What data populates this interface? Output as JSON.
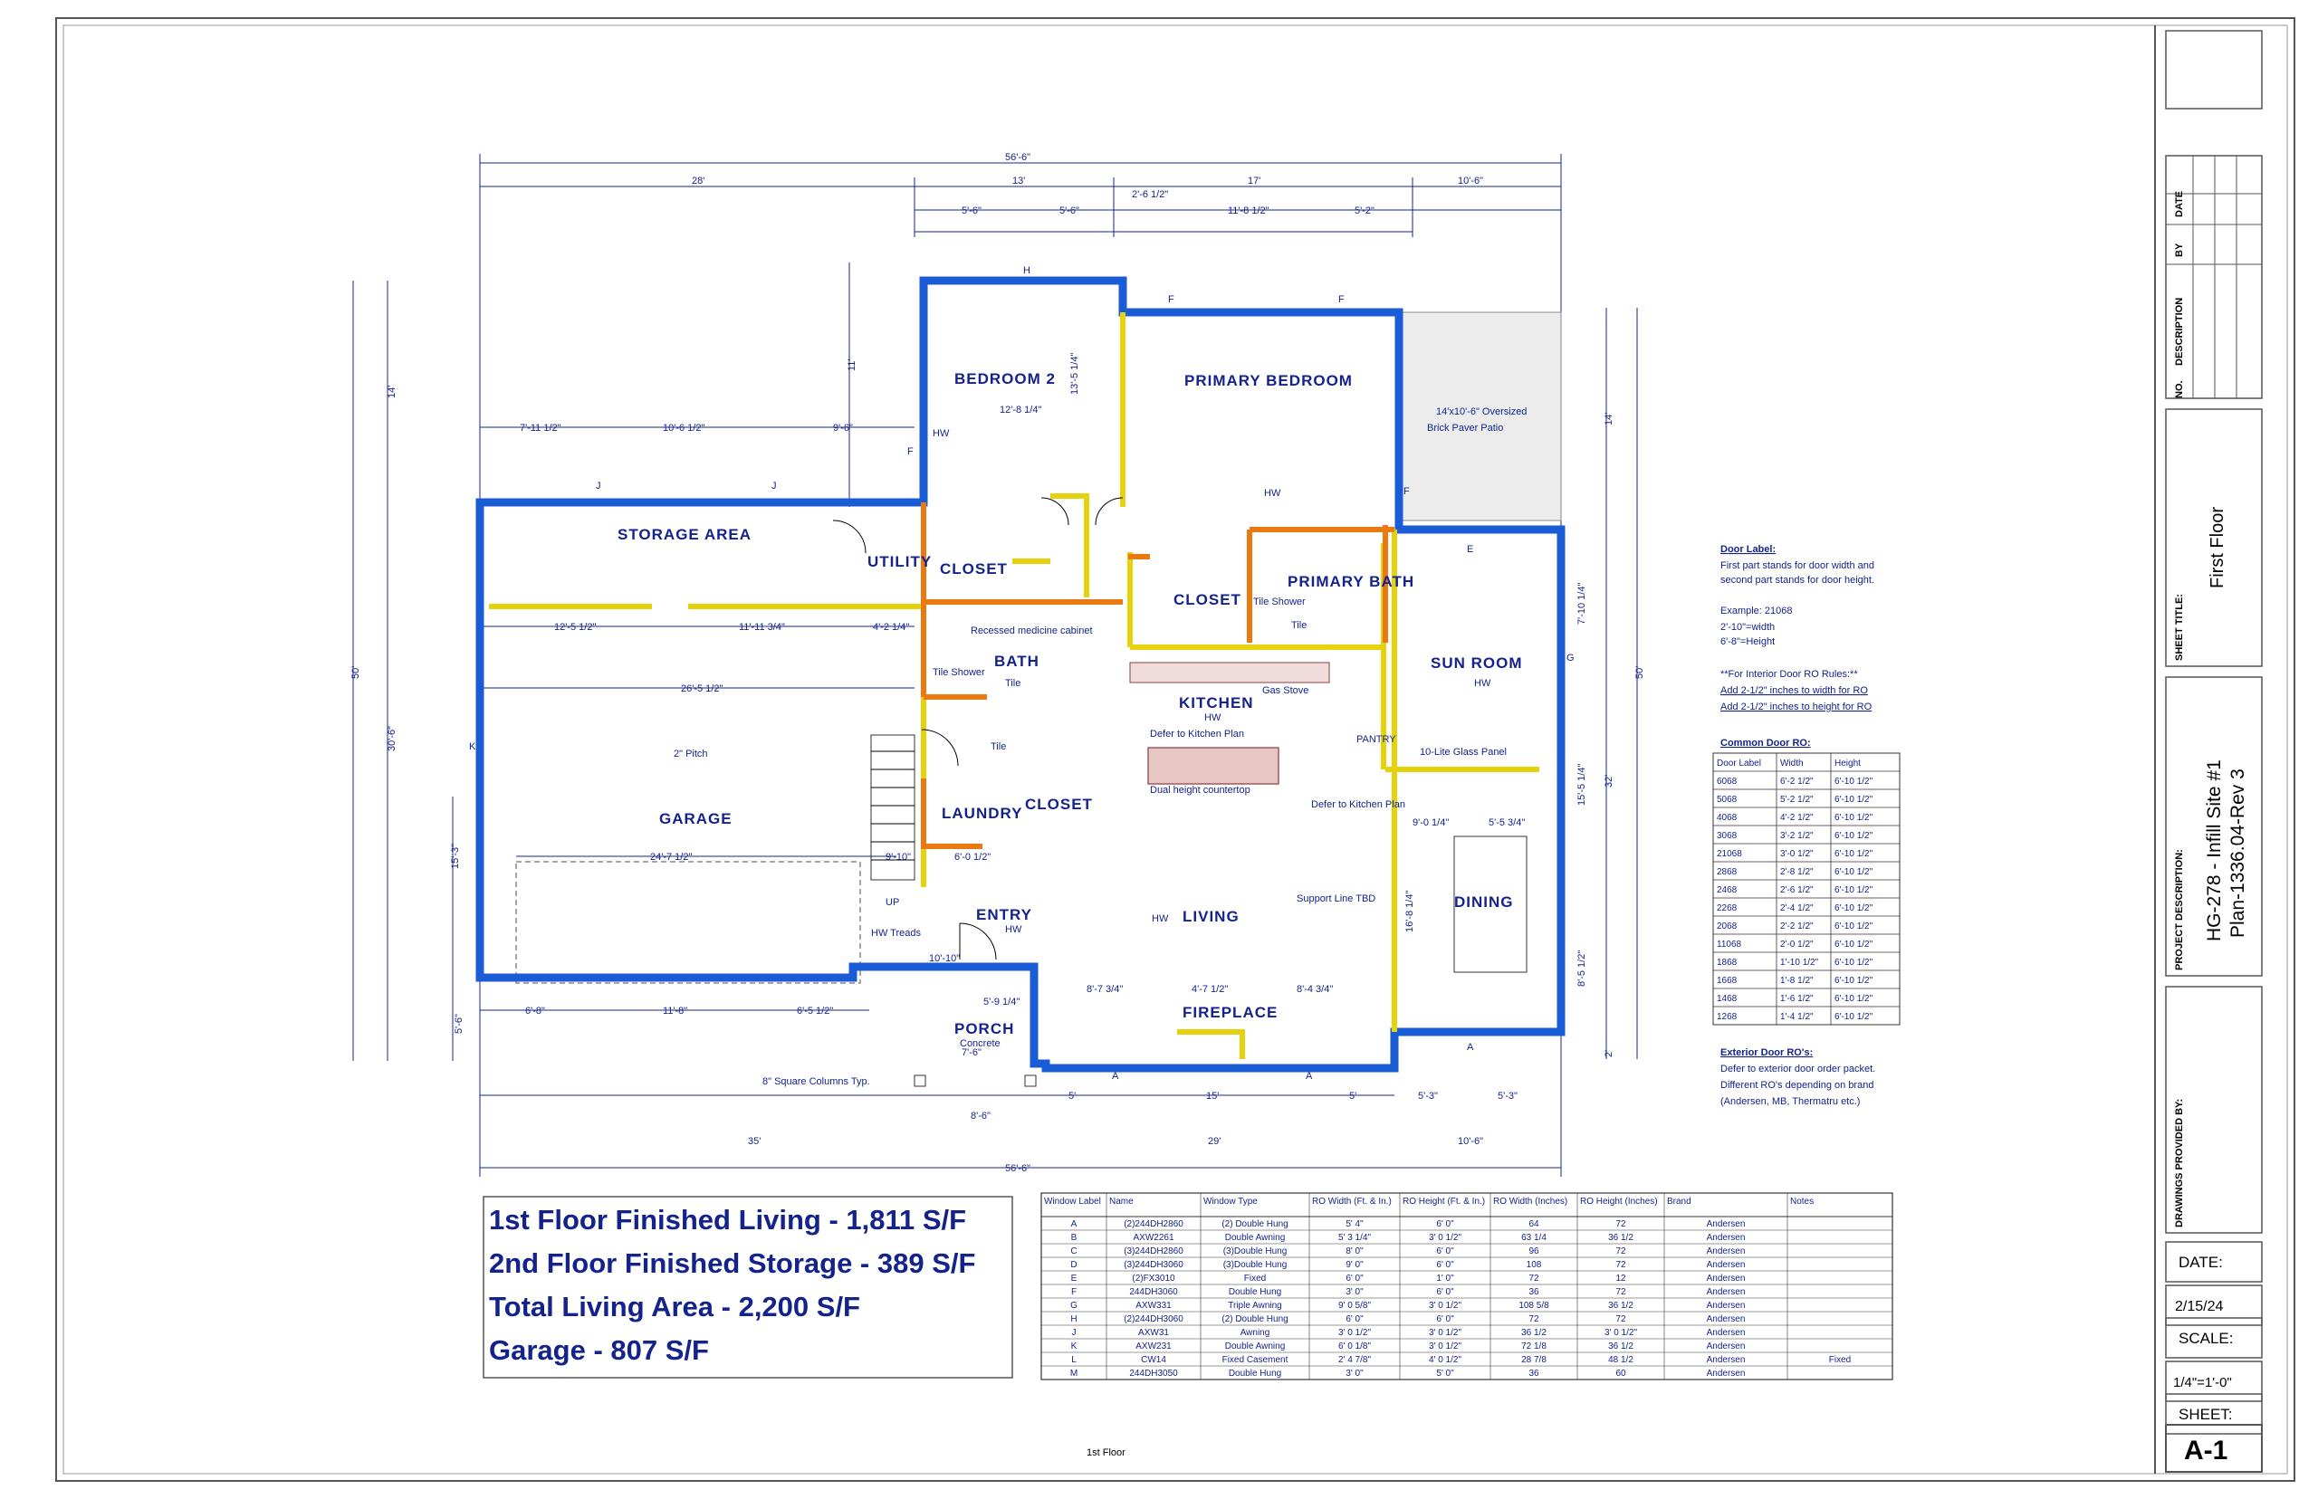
{
  "plan": {
    "rooms": {
      "bedroom2": "BEDROOM 2",
      "primary_bedroom": "PRIMARY BEDROOM",
      "storage_area": "STORAGE AREA",
      "utility": "UTILITY",
      "closet_1": "CLOSET",
      "closet_2": "CLOSET",
      "closet_3": "CLOSET",
      "bath": "BATH",
      "primary_bath": "PRIMARY BATH",
      "kitchen": "KITCHEN",
      "sun_room": "SUN ROOM",
      "garage": "GARAGE",
      "laundry": "LAUNDRY",
      "entry": "ENTRY",
      "living": "LIVING",
      "dining": "DINING",
      "porch": "PORCH",
      "fireplace": "FIREPLACE"
    },
    "notes": {
      "hw": "HW",
      "tile": "Tile",
      "tile_shower": "Tile Shower",
      "patio": "14'x10'-6\" Oversized",
      "patio2": "Brick Paver Patio",
      "gas_stove": "Gas Stove",
      "defer_kitchen": "Defer to Kitchen Plan",
      "dual_height": "Dual height countertop",
      "pitch": "2\" Pitch",
      "glass_panel": "10-Lite Glass Panel",
      "support_line": "Support Line TBD",
      "concrete": "Concrete",
      "up": "UP",
      "hw_treads": "HW Treads",
      "columns": "8\" Square Columns Typ.",
      "defer_kitchen_small": "Defer to Kitchen Plan",
      "medicine": "Recessed medicine cabinet",
      "pantry": "PANTRY",
      "floor_label": "1st Floor"
    },
    "dims": {
      "overall_top": "56'-6\"",
      "top_28": "28'",
      "top_13": "13'",
      "top_17": "17'",
      "top_106": "10'-6\"",
      "top_26": "2'-6 1/2\"",
      "top_56a": "5'-6\"",
      "top_56b": "5'-6\"",
      "top_1181": "11'-8 1/2\"",
      "top_52": "5'-2\"",
      "d_711": "7'-11 1/2\"",
      "d_1061": "10'-6 1/2\"",
      "d_96": "9'-6\"",
      "d_1251": "12'-5 1/2\"",
      "d_11119": "11'-11 3/4\"",
      "d_421": "4'-2 1/4\"",
      "d_2651": "26'-5 1/2\"",
      "d_2471": "24'-7 1/2\"",
      "d_910": "9'-10\"",
      "d_60": "6'-0 1/2\"",
      "d_1010": "10'-10\"",
      "d_591": "5'-9 1/4\"",
      "d_76": "7'-6\"",
      "d_873": "8'-7 3/4\"",
      "d_471": "4'-7 1/2\"",
      "d_843": "8'-4 3/4\"",
      "d_901": "9'-0 1/4\"",
      "d_593": "5'-5 3/4\"",
      "d_1281": "12'-8 1/4\"",
      "d_1351": "13'-5 1/4\"",
      "d_11": "11'",
      "d_14": "14'",
      "d_14r": "14'",
      "d_50": "50'",
      "d_50r": "50'",
      "d_3061": "30'-6\"",
      "d_1551": "15'-5 1/4\"",
      "d_32": "32'",
      "d_710": "7'-10 1/4\"",
      "d_1681": "16'-8 1/4\"",
      "d_851": "8'-5 1/2\"",
      "d_153": "15'-3\"",
      "d_56l": "5'-6\"",
      "d_68": "6'-8\"",
      "d_118": "11'-8\"",
      "d_651": "6'-5 1/2\"",
      "d_86": "8'-6\"",
      "d_5": "5'",
      "d_15": "15'",
      "d_5b": "5'",
      "d_53": "5'-3\"",
      "d_53b": "5'-3\"",
      "d_35": "35'",
      "d_29": "29'",
      "d_106b": "10'-6\"",
      "d_566": "56'-6\"",
      "d_2": "2'"
    },
    "window_tags": [
      "H",
      "F",
      "F",
      "J",
      "J",
      "F",
      "F",
      "E",
      "G",
      "K",
      "A",
      "A",
      "A"
    ]
  },
  "door_legend": {
    "title": "Door Label:",
    "line1": "First part stands for door width and",
    "line2": "second part stands for door height.",
    "example": "Example: 21068",
    "ex1": "2'-10\"=width",
    "ex2": "6'-8\"=Height",
    "rule_title": "**For Interior Door RO Rules:**",
    "rule1": "Add 2-1/2\" inches to width for RO",
    "rule2": "Add 2-1/2\" inches to height for RO",
    "common_title": "Common Door RO:",
    "headers": [
      "Door Label",
      "Width",
      "Height"
    ],
    "rows": [
      [
        "6068",
        "6'-2 1/2\"",
        "6'-10 1/2\""
      ],
      [
        "5068",
        "5'-2 1/2\"",
        "6'-10 1/2\""
      ],
      [
        "4068",
        "4'-2 1/2\"",
        "6'-10 1/2\""
      ],
      [
        "3068",
        "3'-2 1/2\"",
        "6'-10 1/2\""
      ],
      [
        "21068",
        "3'-0 1/2\"",
        "6'-10 1/2\""
      ],
      [
        "2868",
        "2'-8 1/2\"",
        "6'-10 1/2\""
      ],
      [
        "2468",
        "2'-6 1/2\"",
        "6'-10 1/2\""
      ],
      [
        "2268",
        "2'-4 1/2\"",
        "6'-10 1/2\""
      ],
      [
        "2068",
        "2'-2 1/2\"",
        "6'-10 1/2\""
      ],
      [
        "11068",
        "2'-0 1/2\"",
        "6'-10 1/2\""
      ],
      [
        "1868",
        "1'-10 1/2\"",
        "6'-10 1/2\""
      ],
      [
        "1668",
        "1'-8 1/2\"",
        "6'-10 1/2\""
      ],
      [
        "1468",
        "1'-6 1/2\"",
        "6'-10 1/2\""
      ],
      [
        "1268",
        "1'-4 1/2\"",
        "6'-10 1/2\""
      ]
    ],
    "ext_title": "Exterior Door RO's:",
    "ext1": "Defer to exterior door order packet.",
    "ext2": "Different RO's depending on brand",
    "ext3": "(Andersen, MB, Thermatru etc.)"
  },
  "areas": [
    "1st Floor Finished Living - 1,811 S/F",
    "2nd Floor Finished Storage - 389 S/F",
    "Total Living Area - 2,200 S/F",
    "Garage - 807 S/F"
  ],
  "window_schedule": {
    "headers": [
      "Window Label",
      "Name",
      "Window Type",
      "RO Width (Ft. & In.)",
      "RO Height (Ft. & In.)",
      "RO Width (Inches)",
      "RO Height (Inches)",
      "Brand",
      "Notes"
    ],
    "rows": [
      [
        "A",
        "(2)244DH2860",
        "(2) Double Hung",
        "5' 4\"",
        "6' 0\"",
        "64",
        "72",
        "Andersen",
        ""
      ],
      [
        "B",
        "AXW2261",
        "Double Awning",
        "5' 3 1/4\"",
        "3' 0 1/2\"",
        "63 1/4",
        "36 1/2",
        "Andersen",
        ""
      ],
      [
        "C",
        "(3)244DH2860",
        "(3)Double Hung",
        "8' 0\"",
        "6' 0\"",
        "96",
        "72",
        "Andersen",
        ""
      ],
      [
        "D",
        "(3)244DH3060",
        "(3)Double Hung",
        "9' 0\"",
        "6' 0\"",
        "108",
        "72",
        "Andersen",
        ""
      ],
      [
        "E",
        "(2)FX3010",
        "Fixed",
        "6' 0\"",
        "1' 0\"",
        "72",
        "12",
        "Andersen",
        ""
      ],
      [
        "F",
        "244DH3060",
        "Double Hung",
        "3' 0\"",
        "6' 0\"",
        "36",
        "72",
        "Andersen",
        ""
      ],
      [
        "G",
        "AXW331",
        "Triple Awning",
        "9' 0 5/8\"",
        "3' 0 1/2\"",
        "108 5/8",
        "36 1/2",
        "Andersen",
        ""
      ],
      [
        "H",
        "(2)244DH3060",
        "(2) Double Hung",
        "6' 0\"",
        "6' 0\"",
        "72",
        "72",
        "Andersen",
        ""
      ],
      [
        "J",
        "AXW31",
        "Awning",
        "3' 0 1/2\"",
        "3' 0 1/2\"",
        "36 1/2",
        "3' 0 1/2\"",
        "Andersen",
        ""
      ],
      [
        "K",
        "AXW231",
        "Double Awning",
        "6' 0 1/8\"",
        "3' 0 1/2\"",
        "72 1/8",
        "36 1/2",
        "Andersen",
        ""
      ],
      [
        "L",
        "CW14",
        "Fixed Casement",
        "2' 4 7/8\"",
        "4' 0 1/2\"",
        "28 7/8",
        "48 1/2",
        "Andersen",
        "Fixed"
      ],
      [
        "M",
        "244DH3050",
        "Double Hung",
        "3' 0\"",
        "5' 0\"",
        "36",
        "60",
        "Andersen",
        ""
      ]
    ]
  },
  "title_block": {
    "no": "NO.",
    "description": "DESCRIPTION",
    "by": "BY",
    "date_col": "DATE",
    "sheet_title_label": "SHEET TITLE:",
    "sheet_title": "First Floor",
    "project_label": "PROJECT DESCRIPTION:",
    "project1": "HG-278 - Infill Site #1",
    "project2": "Plan-1336.04-Rev 3",
    "drawings_label": "DRAWINGS PROVIDED BY:",
    "date_label": "DATE:",
    "date_value": "2/15/24",
    "scale_label": "SCALE:",
    "scale_value": "1/4\"=1'-0\"",
    "sheet_label": "SHEET:",
    "sheet_value": "A-1"
  }
}
